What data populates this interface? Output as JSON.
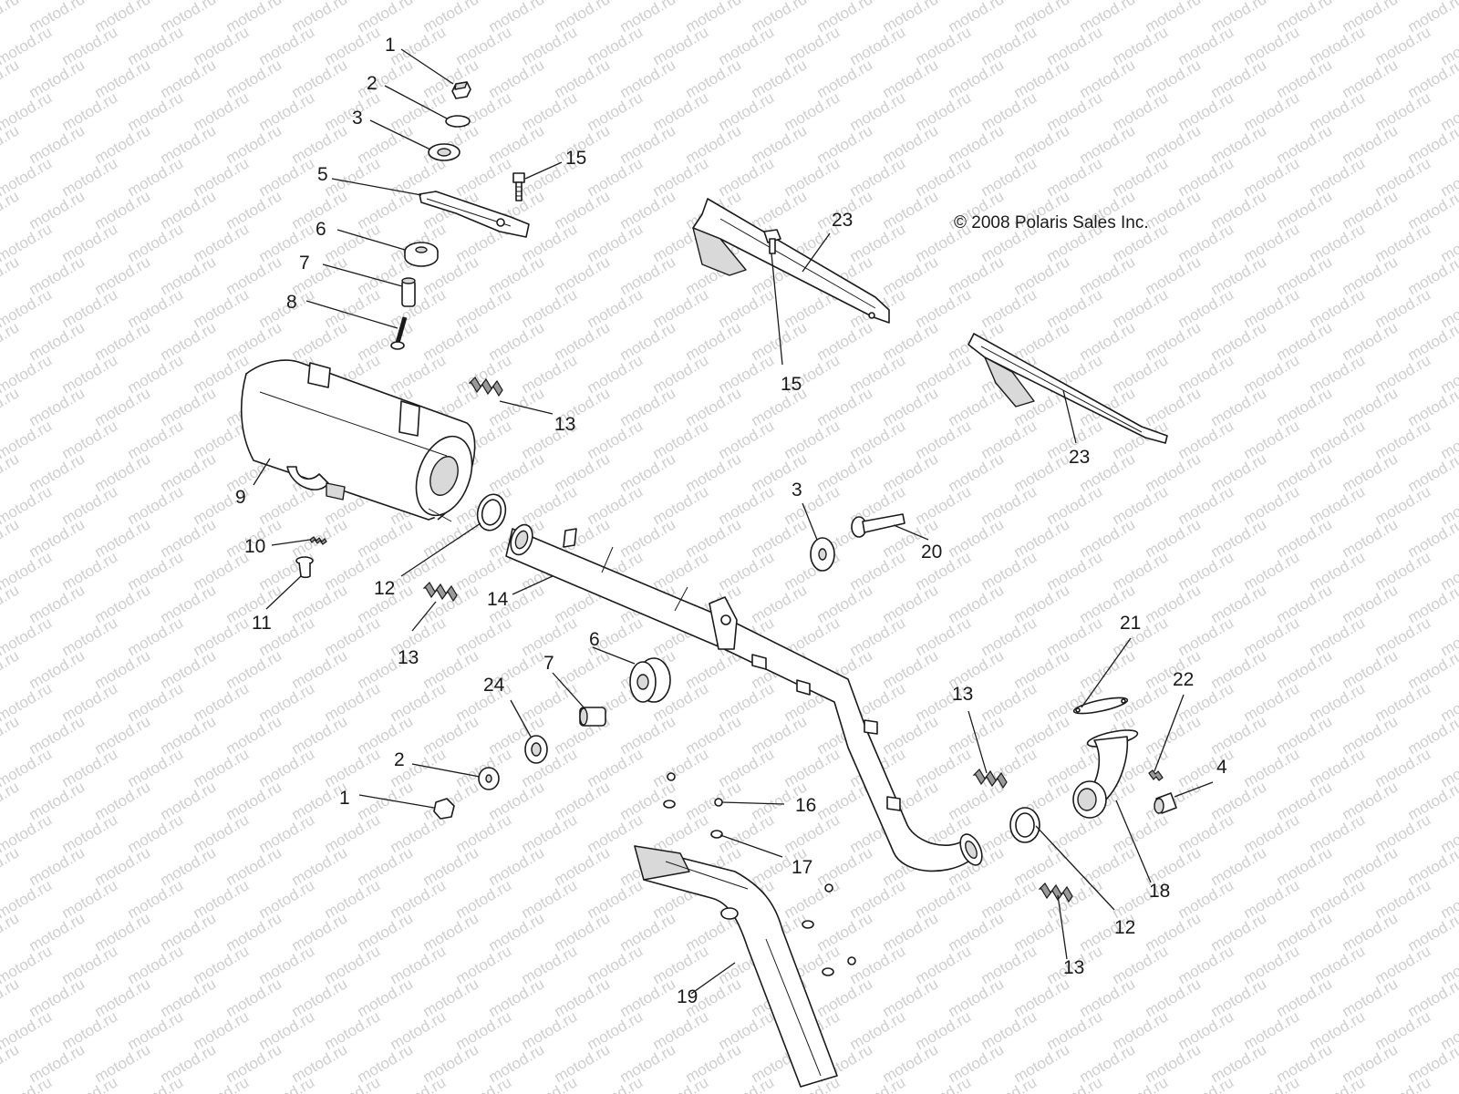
{
  "copyright": "© 2008 Polaris Sales Inc.",
  "watermark_text": "motod.ru",
  "colors": {
    "line": "#1a1a1a",
    "background": "#ffffff",
    "watermark": "#cfcfcf",
    "shade": "#d9d9d9"
  },
  "callouts": [
    {
      "id": "c1a",
      "label": "1"
    },
    {
      "id": "c2a",
      "label": "2"
    },
    {
      "id": "c3a",
      "label": "3"
    },
    {
      "id": "c5",
      "label": "5"
    },
    {
      "id": "c15a",
      "label": "15"
    },
    {
      "id": "c6a",
      "label": "6"
    },
    {
      "id": "c7a",
      "label": "7"
    },
    {
      "id": "c8",
      "label": "8"
    },
    {
      "id": "c13a",
      "label": "13"
    },
    {
      "id": "c9",
      "label": "9"
    },
    {
      "id": "c10",
      "label": "10"
    },
    {
      "id": "c11",
      "label": "11"
    },
    {
      "id": "c12a",
      "label": "12"
    },
    {
      "id": "c13b",
      "label": "13"
    },
    {
      "id": "c14",
      "label": "14"
    },
    {
      "id": "c23a",
      "label": "23"
    },
    {
      "id": "c15b",
      "label": "15"
    },
    {
      "id": "c23b",
      "label": "23"
    },
    {
      "id": "c3b",
      "label": "3"
    },
    {
      "id": "c20",
      "label": "20"
    },
    {
      "id": "c6b",
      "label": "6"
    },
    {
      "id": "c7b",
      "label": "7"
    },
    {
      "id": "c24",
      "label": "24"
    },
    {
      "id": "c2b",
      "label": "2"
    },
    {
      "id": "c1b",
      "label": "1"
    },
    {
      "id": "c16",
      "label": "16"
    },
    {
      "id": "c17",
      "label": "17"
    },
    {
      "id": "c19",
      "label": "19"
    },
    {
      "id": "c21",
      "label": "21"
    },
    {
      "id": "c22",
      "label": "22"
    },
    {
      "id": "c13c",
      "label": "13"
    },
    {
      "id": "c4",
      "label": "4"
    },
    {
      "id": "c12b",
      "label": "12"
    },
    {
      "id": "c18",
      "label": "18"
    },
    {
      "id": "c13d",
      "label": "13"
    }
  ]
}
